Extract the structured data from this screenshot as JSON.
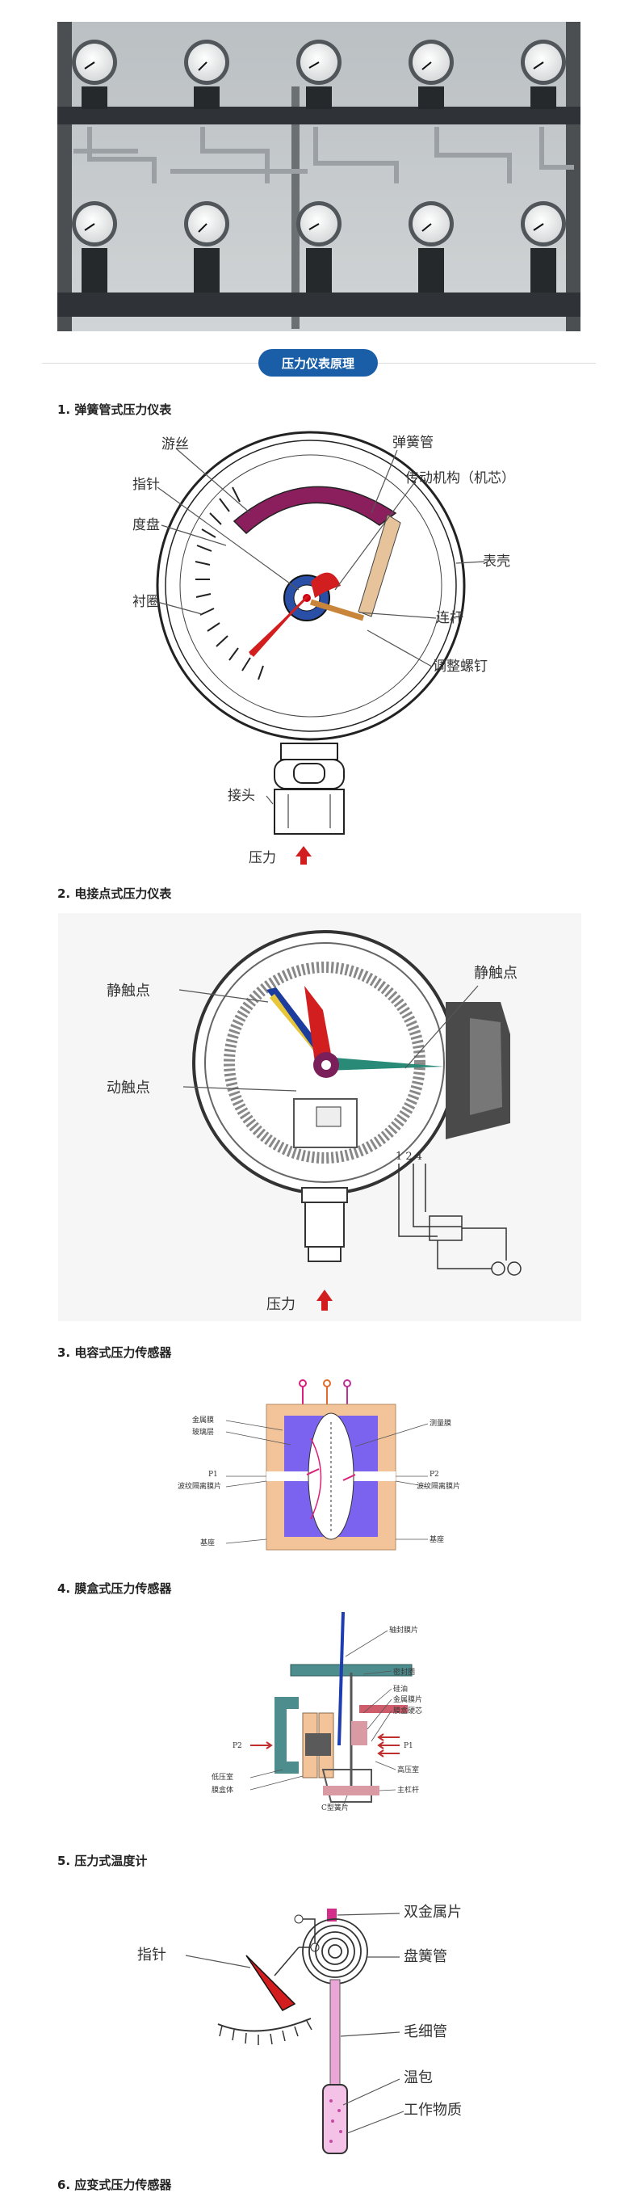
{
  "header": {
    "badge": "压力仪表原理"
  },
  "sections": [
    {
      "title": "1. 弹簧管式压力仪表",
      "labels": {
        "hairspring": "游丝",
        "pointer": "指针",
        "dial": "度盘",
        "bezel": "衬圈",
        "bourdon": "弹簧管",
        "movement": "传动机构（机芯）",
        "case": "表壳",
        "link": "连杆",
        "screw": "调整螺钉",
        "connector": "接头",
        "pressure": "压力"
      }
    },
    {
      "title": "2. 电接点式压力仪表",
      "labels": {
        "static1": "静触点",
        "static2": "静触点",
        "moving": "动触点",
        "pressure": "压力",
        "terminals": "1 2 4"
      }
    },
    {
      "title": "3. 电容式压力传感器",
      "labels": {
        "metal": "金属膜",
        "glass": "玻璃层",
        "p1": "P1",
        "bellows_l": "波纹隔离膜片",
        "base_l": "基座",
        "measure": "测量膜",
        "p2": "P2",
        "bellows_r": "波纹隔离膜片",
        "base_r": "基座"
      }
    },
    {
      "title": "4. 膜盒式压力传感器",
      "labels": {
        "shaft": "轴封膜片",
        "seal": "密封圈",
        "oil": "硅油",
        "metal_dia": "金属膜片",
        "core": "膜盒硬芯",
        "p2": "P2",
        "p1": "P1",
        "low": "低压室",
        "high": "高压室",
        "box": "膜盒体",
        "c_spring": "C型簧片",
        "lever": "主杠杆"
      }
    },
    {
      "title": "5. 压力式温度计",
      "labels": {
        "pointer": "指针",
        "bimetal": "双金属片",
        "coil": "盘簧管",
        "capillary": "毛细管",
        "bulb": "温包",
        "medium": "工作物质"
      }
    },
    {
      "title": "6. 应变式压力传感器"
    }
  ],
  "colors": {
    "accent": "#1a5ea8",
    "purple": "#7a1f5a",
    "red": "#d21e1e",
    "capacitor_fill": "#7b63f0",
    "capacitor_base": "#f3c49a"
  }
}
